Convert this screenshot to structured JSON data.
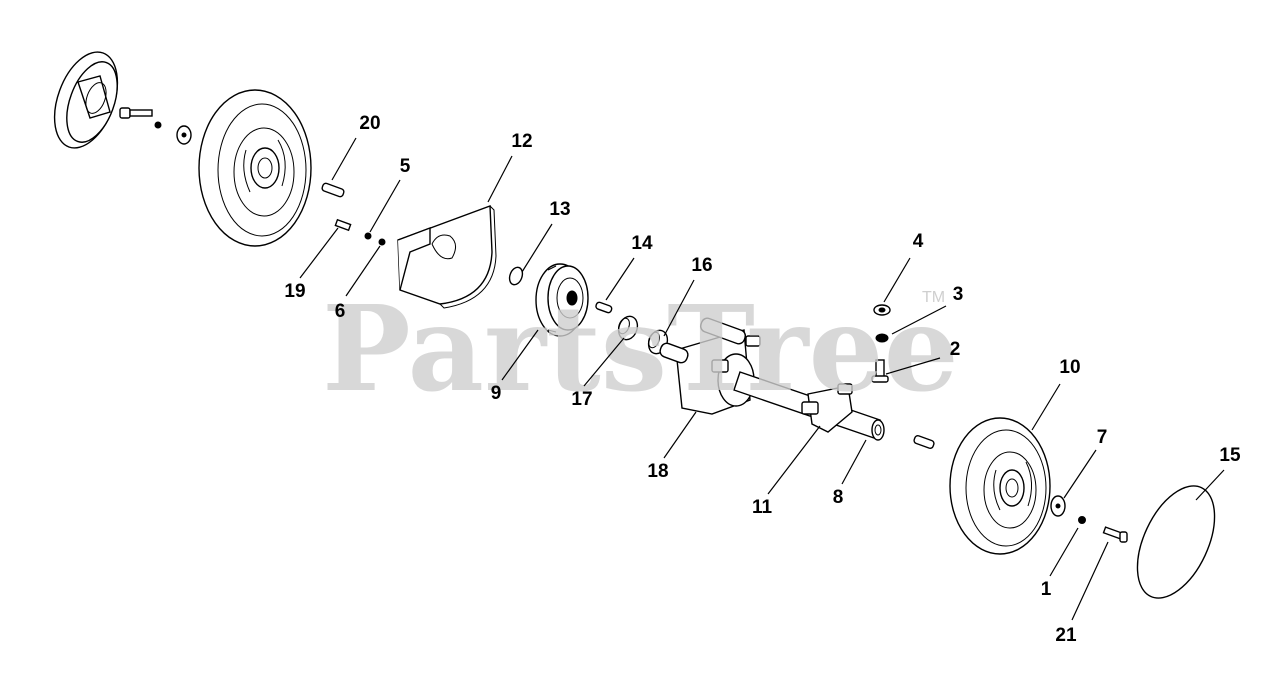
{
  "watermark": {
    "text": "PartsTree",
    "trademark": "TM"
  },
  "parts": [
    {
      "id": "label-1",
      "number": "1"
    },
    {
      "id": "label-2",
      "number": "2"
    },
    {
      "id": "label-3",
      "number": "3"
    },
    {
      "id": "label-4",
      "number": "4"
    },
    {
      "id": "label-5",
      "number": "5"
    },
    {
      "id": "label-6",
      "number": "6"
    },
    {
      "id": "label-7",
      "number": "7"
    },
    {
      "id": "label-8",
      "number": "8"
    },
    {
      "id": "label-9",
      "number": "9"
    },
    {
      "id": "label-10",
      "number": "10"
    },
    {
      "id": "label-11",
      "number": "11"
    },
    {
      "id": "label-12",
      "number": "12"
    },
    {
      "id": "label-13",
      "number": "13"
    },
    {
      "id": "label-14",
      "number": "14"
    },
    {
      "id": "label-15",
      "number": "15"
    },
    {
      "id": "label-16",
      "number": "16"
    },
    {
      "id": "label-17",
      "number": "17"
    },
    {
      "id": "label-18",
      "number": "18"
    },
    {
      "id": "label-19",
      "number": "19"
    },
    {
      "id": "label-20",
      "number": "20"
    },
    {
      "id": "label-21",
      "number": "21"
    }
  ]
}
